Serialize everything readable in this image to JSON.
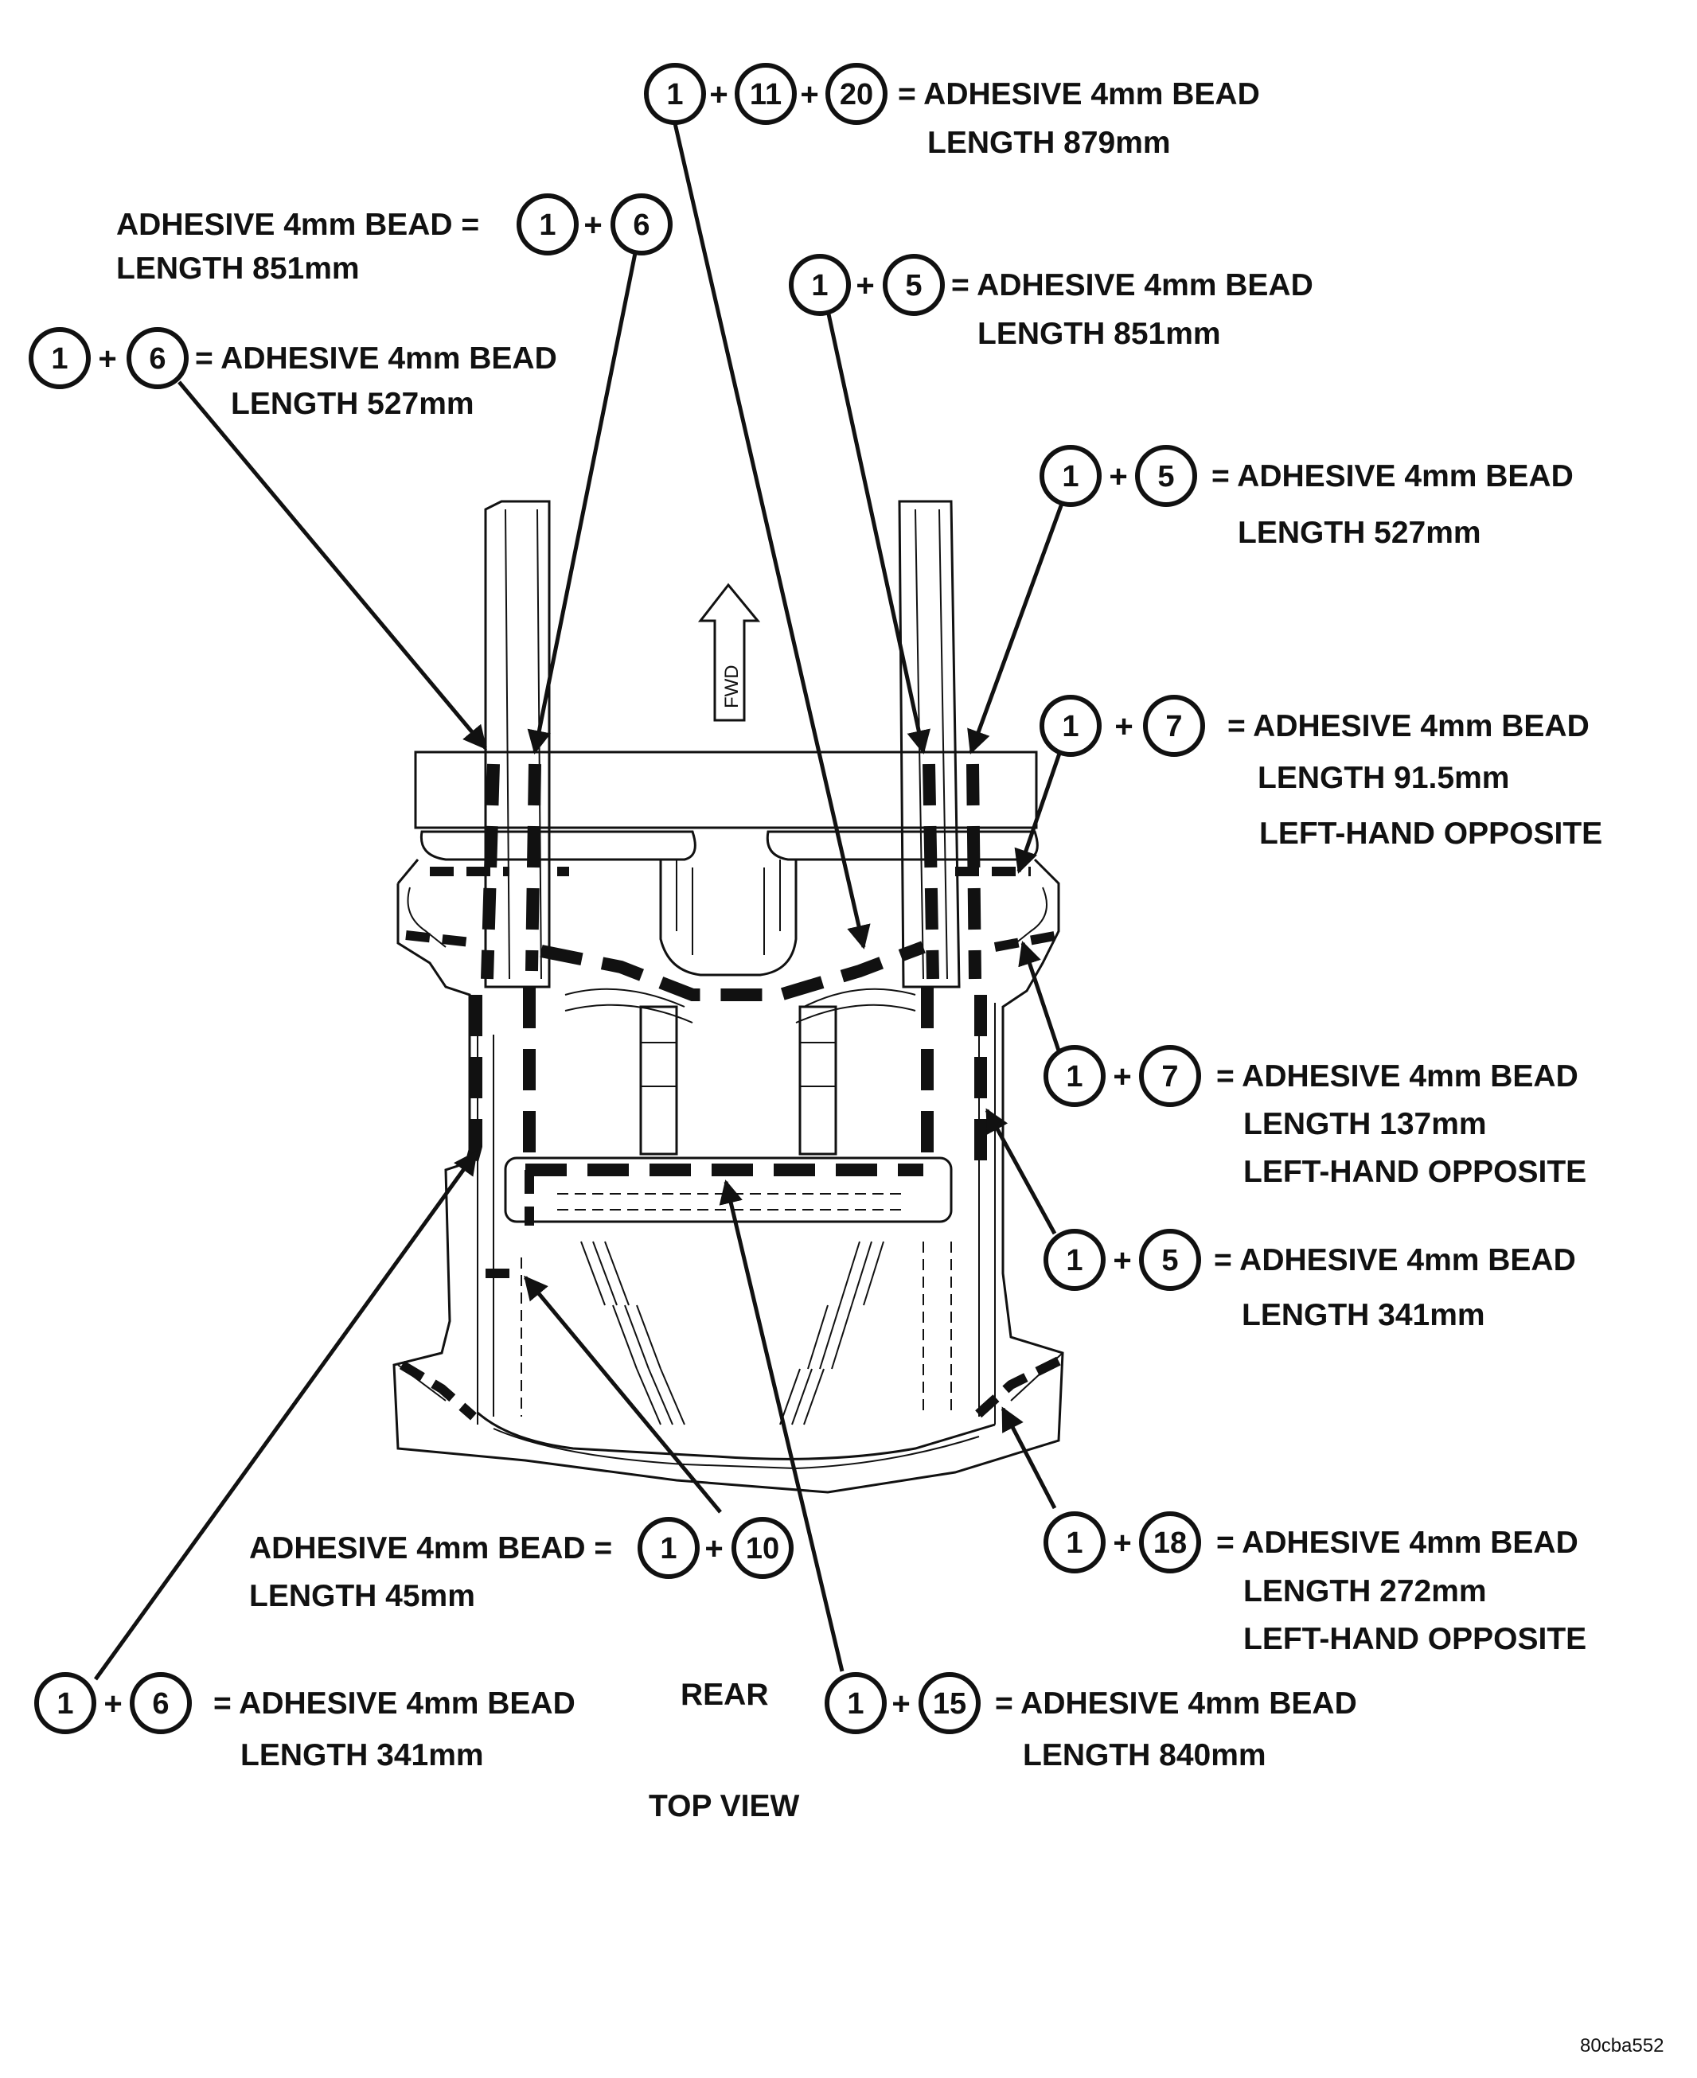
{
  "diagram": {
    "view_label": "TOP VIEW",
    "rear_label": "REAR",
    "fwd_label": "FWD",
    "figure_id": "80cba552"
  },
  "callouts": [
    {
      "id": "c1",
      "parts": [
        "1",
        "11",
        "20"
      ],
      "line1": "= ADHESIVE 4mm BEAD",
      "line2": "LENGTH 879mm"
    },
    {
      "id": "c2",
      "parts": [
        "1",
        "6"
      ],
      "line1": "ADHESIVE 4mm BEAD =",
      "line2": "LENGTH 851mm"
    },
    {
      "id": "c3",
      "parts": [
        "1",
        "5"
      ],
      "line1": "= ADHESIVE 4mm BEAD",
      "line2": "LENGTH 851mm"
    },
    {
      "id": "c4",
      "parts": [
        "1",
        "6"
      ],
      "line1": "= ADHESIVE 4mm BEAD",
      "line2": "LENGTH 527mm"
    },
    {
      "id": "c5",
      "parts": [
        "1",
        "5"
      ],
      "line1": "= ADHESIVE 4mm BEAD",
      "line2": "LENGTH 527mm"
    },
    {
      "id": "c6",
      "parts": [
        "1",
        "7"
      ],
      "line1": "= ADHESIVE 4mm BEAD",
      "line2": "LENGTH 91.5mm",
      "line3": "LEFT-HAND OPPOSITE"
    },
    {
      "id": "c7",
      "parts": [
        "1",
        "7"
      ],
      "line1": "= ADHESIVE 4mm BEAD",
      "line2": "LENGTH 137mm",
      "line3": "LEFT-HAND OPPOSITE"
    },
    {
      "id": "c8",
      "parts": [
        "1",
        "5"
      ],
      "line1": "= ADHESIVE 4mm BEAD",
      "line2": "LENGTH 341mm"
    },
    {
      "id": "c9",
      "parts": [
        "1",
        "18"
      ],
      "line1": "= ADHESIVE 4mm BEAD",
      "line2": "LENGTH 272mm",
      "line3": "LEFT-HAND OPPOSITE"
    },
    {
      "id": "c10",
      "parts": [
        "1",
        "10"
      ],
      "line1": "ADHESIVE 4mm BEAD =",
      "line2": "LENGTH 45mm"
    },
    {
      "id": "c11",
      "parts": [
        "1",
        "6"
      ],
      "line1": "= ADHESIVE 4mm BEAD",
      "line2": "LENGTH 341mm"
    },
    {
      "id": "c12",
      "parts": [
        "1",
        "15"
      ],
      "line1": "= ADHESIVE 4mm BEAD",
      "line2": "LENGTH 840mm"
    }
  ]
}
